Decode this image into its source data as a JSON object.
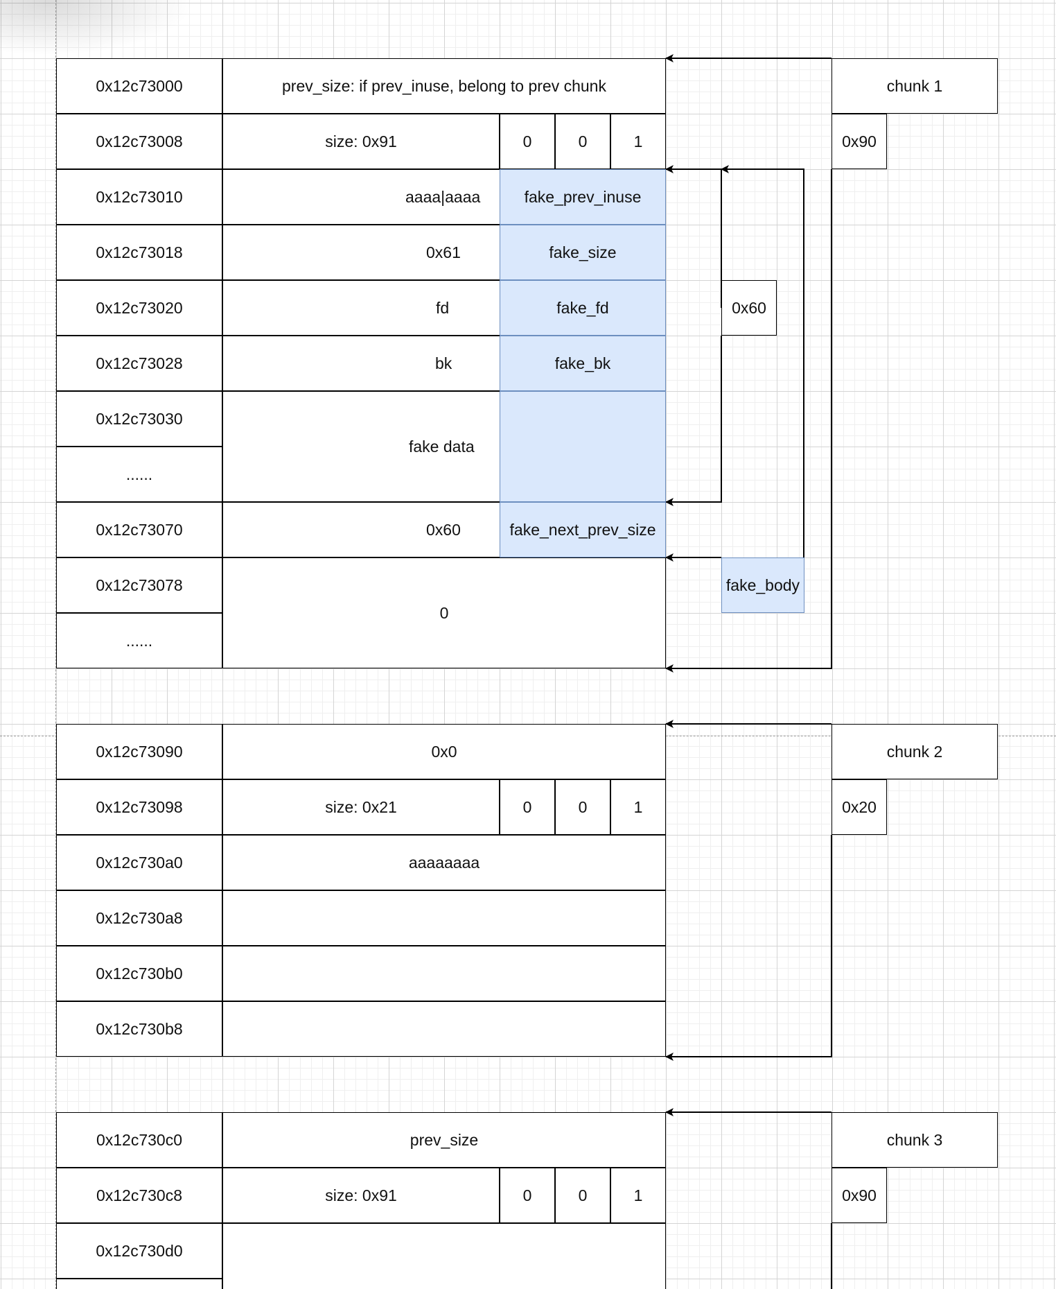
{
  "chunk1": {
    "label": "chunk 1",
    "size_hint": "0x90",
    "rows": [
      {
        "addr": "0x12c73000",
        "content": "prev_size: if prev_inuse, belong to prev chunk"
      },
      {
        "addr": "0x12c73008",
        "content": "size: 0x91",
        "flags": [
          "0",
          "0",
          "1"
        ]
      },
      {
        "addr": "0x12c73010",
        "content": "aaaa|aaaa",
        "fake": "fake_prev_inuse"
      },
      {
        "addr": "0x12c73018",
        "content": "0x61",
        "fake": "fake_size"
      },
      {
        "addr": "0x12c73020",
        "content": "fd",
        "fake": "fake_fd"
      },
      {
        "addr": "0x12c73028",
        "content": "bk",
        "fake": "fake_bk"
      },
      {
        "addr": "0x12c73030"
      },
      {
        "addr": "......"
      },
      {
        "addr": "0x12c73070",
        "content": "0x60",
        "fake": "fake_next_prev_size"
      },
      {
        "addr": "0x12c73078"
      },
      {
        "addr": "......"
      }
    ],
    "fake_data": "fake data",
    "zero_block": "0",
    "fake_chunk_size": "0x60",
    "fake_body": "fake_body"
  },
  "chunk2": {
    "label": "chunk 2",
    "size_hint": "0x20",
    "rows": [
      {
        "addr": "0x12c73090",
        "content": "0x0"
      },
      {
        "addr": "0x12c73098",
        "content": "size: 0x21",
        "flags": [
          "0",
          "0",
          "1"
        ]
      },
      {
        "addr": "0x12c730a0",
        "content": "aaaaaaaa"
      },
      {
        "addr": "0x12c730a8",
        "content": ""
      },
      {
        "addr": "0x12c730b0",
        "content": ""
      },
      {
        "addr": "0x12c730b8",
        "content": ""
      }
    ]
  },
  "chunk3": {
    "label": "chunk 3",
    "size_hint": "0x90",
    "rows": [
      {
        "addr": "0x12c730c0",
        "content": "prev_size"
      },
      {
        "addr": "0x12c730c8",
        "content": "size: 0x91",
        "flags": [
          "0",
          "0",
          "1"
        ]
      },
      {
        "addr": "0x12c730d0",
        "content": ""
      }
    ]
  }
}
